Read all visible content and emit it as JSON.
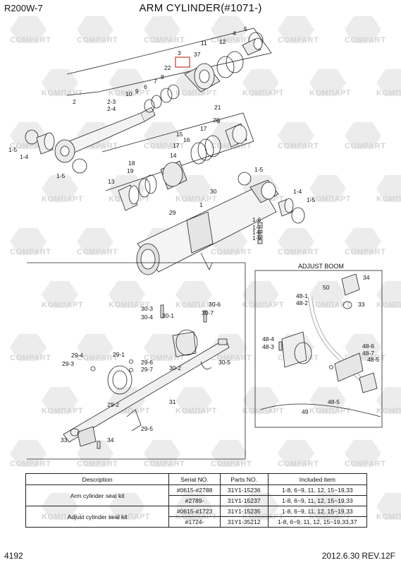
{
  "header": {
    "model": "R200W-7",
    "title": "ARM CYLINDER(#1071-)"
  },
  "watermark": {
    "text_latin": "COMPART",
    "text_cyrillic": "KOMПAPT"
  },
  "diagram": {
    "part_labels": [
      "5",
      "4",
      "12",
      "11",
      "3",
      "37",
      "22",
      "10",
      "9",
      "8",
      "7",
      "6",
      "2",
      "2-3",
      "2-4",
      "21",
      "20",
      "16",
      "15",
      "17",
      "17",
      "14",
      "1-5",
      "1-4",
      "1-5",
      "19",
      "18",
      "13",
      "1-5",
      "30",
      "1-4",
      "1",
      "29",
      "1-5",
      "1-6",
      "1-7",
      "1-8",
      "1-9"
    ],
    "lower_labels": [
      "30-3",
      "30-4",
      "30-1",
      "30-6",
      "30-7",
      "29-4",
      "29-3",
      "29-1",
      "29-6",
      "29-7",
      "30-2",
      "30-5",
      "29-2",
      "31",
      "33",
      "34",
      "29-5"
    ]
  },
  "adjust_boom": {
    "title": "ADJUST BOOM",
    "labels": [
      "34",
      "50",
      "48-1",
      "48-2",
      "33",
      "48-4",
      "48-3",
      "48-6",
      "48-7",
      "48-5",
      "48-5",
      "49"
    ]
  },
  "kit_table": {
    "headers": [
      "Description",
      "Serial NO.",
      "Parts NO.",
      "Included item"
    ],
    "groups": [
      {
        "description": "Arm cylinder seal kit",
        "rows": [
          {
            "serial": "#0615-#2788",
            "parts": "31Y1-15236",
            "items": "1-8, 6~9, 11, 12, 15~19,33"
          },
          {
            "serial": "#2789-",
            "parts": "31Y1-15237",
            "items": "1-8, 6~9, 11, 12, 15~19,33"
          }
        ]
      },
      {
        "description": "Adjust cylinder seal kit",
        "rows": [
          {
            "serial": "#0615-#1723",
            "parts": "31Y1-15235",
            "items": "1-8, 6~9, 11, 12, 15~19,33"
          },
          {
            "serial": "#1724-",
            "parts": "31Y1-35212",
            "items": "1-8, 6~9, 11, 12, 15~19,33,37"
          }
        ]
      }
    ]
  },
  "footer": {
    "page": "4192",
    "revision": "2012.6.30  REV.12F"
  }
}
